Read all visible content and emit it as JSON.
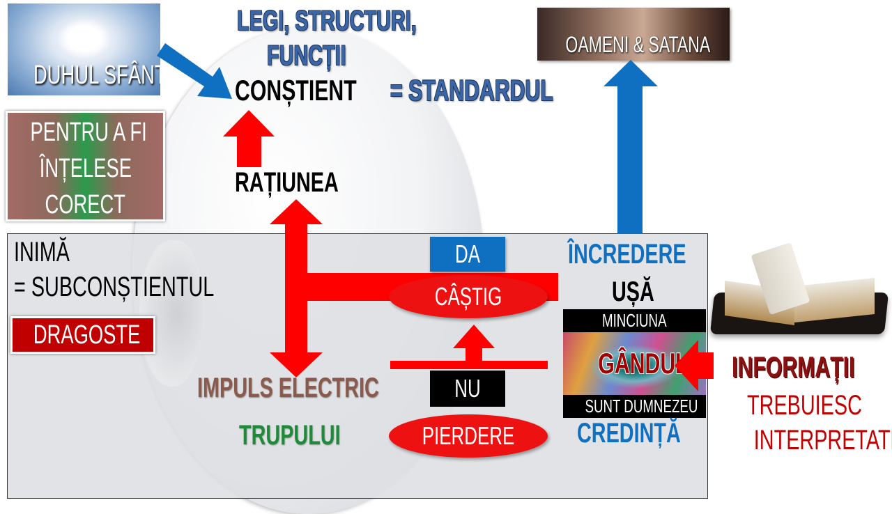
{
  "images": {
    "holy_spirit": {
      "label": "DUHUL SFÂNT"
    },
    "people_satan": {
      "label": "OAMENI & SATANA"
    },
    "thought_eye": {
      "top": "MINCIUNA",
      "center": "GÂNDUL",
      "bottom": "SUNT DUMNEZEU"
    }
  },
  "top": {
    "line1": "LEGI, STRUCTURI,",
    "line2": "FUNCȚII",
    "conscious": "CONȘTIENT",
    "standard": "= STANDARDUL",
    "reason": "RAȚIUNEA"
  },
  "note_box": {
    "lines": [
      "PENTRU A FI",
      "ÎNȚELESE",
      "CORECT"
    ]
  },
  "heart": {
    "title": "INIMĂ",
    "subtitle": "= SUBCONȘTIENTUL",
    "love": "DRAGOSTE"
  },
  "body": {
    "impulse": "IMPULS ELECTRIC",
    "body_word": "TRUPULUI"
  },
  "decision": {
    "yes": "DA",
    "gain": "CÂȘTIG",
    "no": "NU",
    "loss": "PIERDERE"
  },
  "right": {
    "trust": "ÎNCREDERE",
    "door": "UȘĂ",
    "faith": "CREDINȚĂ",
    "info": "INFORMAȚII",
    "info_line2": "TREBUIESC",
    "info_line3": "INTERPRETATE"
  },
  "colors": {
    "red": "#ff0000",
    "blue": "#0f6fc0",
    "dark_red": "#8b1010",
    "green": "#1e8a3a",
    "brown": "#8a5a4c"
  }
}
